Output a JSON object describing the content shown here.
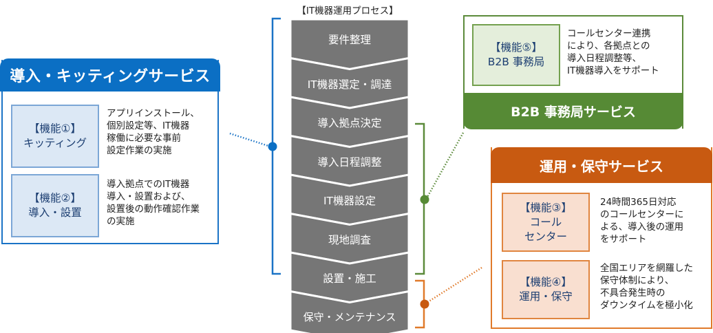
{
  "process": {
    "title": "【IT機器運用プロセス】",
    "steps": [
      "要件整理",
      "IT機器選定・調達",
      "導入拠点決定",
      "導入日程調整",
      "IT機器設定",
      "現地調査",
      "設置・施工",
      "保守・メンテナンス"
    ]
  },
  "kitting_service": {
    "title": "導入・キッティングサービス",
    "functions": [
      {
        "label": "【機能①】",
        "name": "キッティング",
        "description": "アプリインストール、\n個別設定等、IT機器\n稼働に必要な事前\n設定作業の実施"
      },
      {
        "label": "【機能②】",
        "name": "導入・設置",
        "description": "導入拠点でのIT機器\n導入・設置および、\n設置後の動作確認作業\nの実施"
      }
    ]
  },
  "b2b_service": {
    "title": "B2B 事務局サービス",
    "functions": [
      {
        "label": "【機能⑤】",
        "name": "B2B 事務局",
        "description": "コールセンター連携\nにより、各拠点との\n導入日程調整等、\nIT機器導入をサポート"
      }
    ]
  },
  "operation_service": {
    "title": "運用・保守サービス",
    "functions": [
      {
        "label": "【機能③】",
        "name": "コール\nセンター",
        "description": "24時間365日対応\nのコールセンターに\nよる、導入後の運用\nをサポート"
      },
      {
        "label": "【機能④】",
        "name": "運用・保守",
        "description": "全国エリアを網羅した\n保守体制により、\n不具合発生時の\nダウンタイムを極小化"
      }
    ]
  },
  "colors": {
    "blue": "#0b6fc4",
    "green": "#568a35",
    "orange": "#c85a11",
    "process_gray": "#767676"
  }
}
